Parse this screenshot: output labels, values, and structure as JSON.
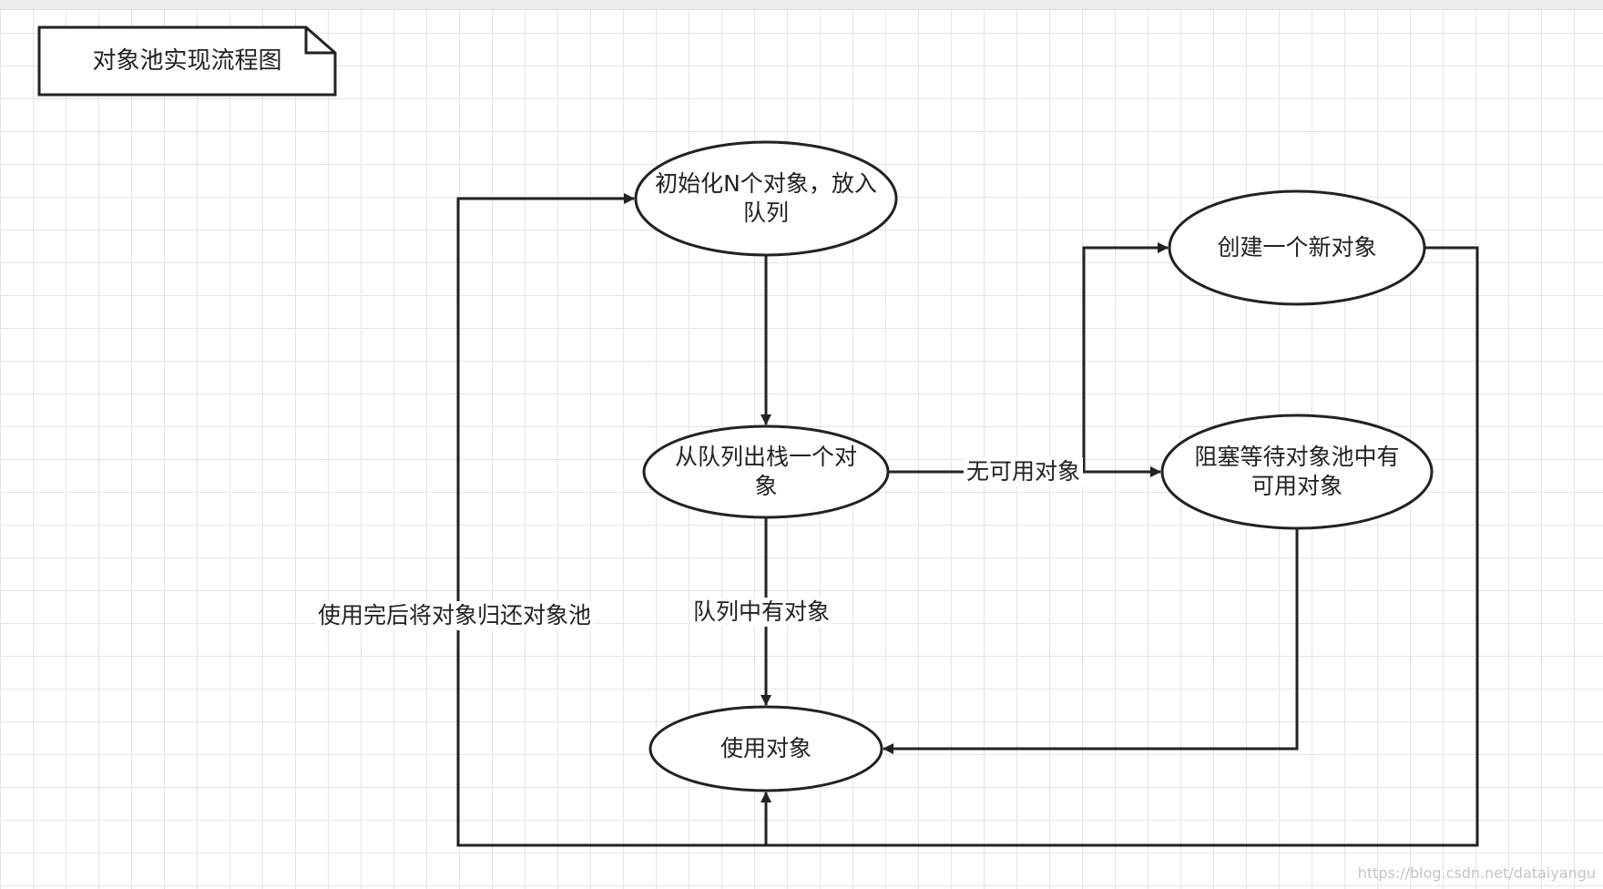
{
  "note": {
    "text": "对象池实现流程图"
  },
  "nodes": {
    "init": "初始化N个对象，放入队列",
    "pop": "从队列出栈一个对象",
    "create": "创建一个新对象",
    "wait": "阻塞等待对象池中有可用对象",
    "use": "使用对象"
  },
  "edges": {
    "none_available": "无可用对象",
    "has_object": "队列中有对象",
    "return_to_pool": "使用完后将对象归还对象池"
  },
  "watermark": "https://blog.csdn.net/dataiyangu"
}
